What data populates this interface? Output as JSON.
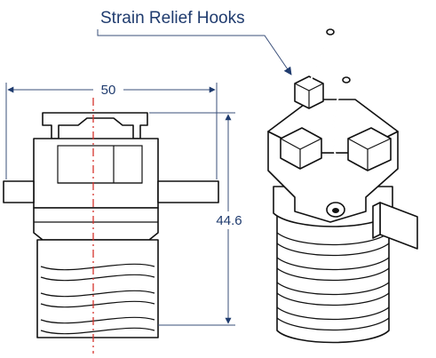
{
  "callout": {
    "label": "Strain Relief Hooks",
    "color": "#1f3b6e"
  },
  "dimensions": {
    "width_value": "50",
    "height_value": "44.6",
    "color": "#1f3b6e"
  },
  "colors": {
    "outline": "#111111",
    "centerline": "#d6322d",
    "background": "#ffffff"
  }
}
